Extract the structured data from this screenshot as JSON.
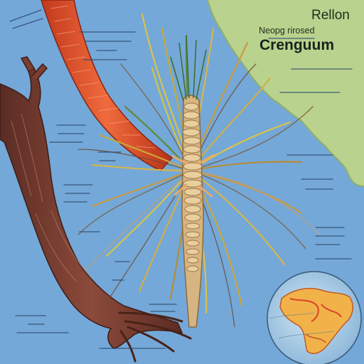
{
  "poster": {
    "region_label": "Rellon",
    "subtitle": "Neopg rirosed",
    "name_label": "Crenguum"
  },
  "colors": {
    "sea": "#74a8d8",
    "land": "#b9d28e",
    "stem": "#d7b582",
    "tentacle": "#e5522e",
    "limb": "#7a3d30",
    "label_text": "#2a4a6e"
  }
}
